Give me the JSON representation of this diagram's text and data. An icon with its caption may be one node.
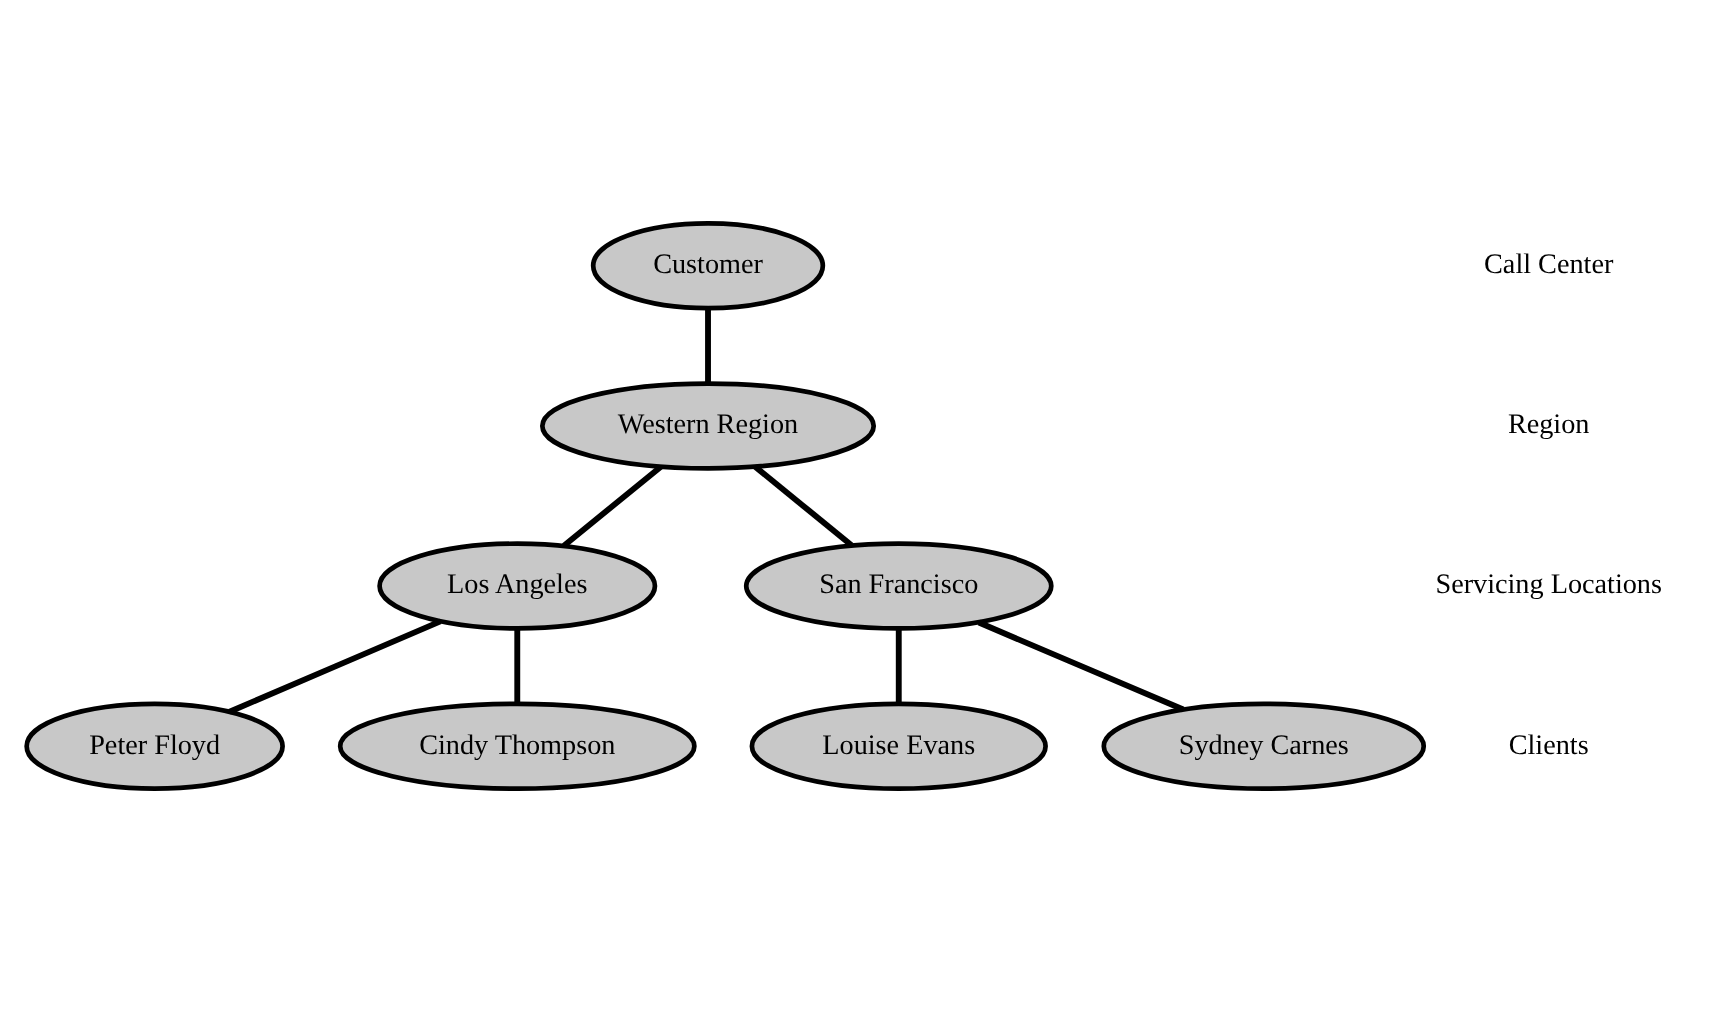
{
  "diagram": {
    "nodes": [
      {
        "text": [
          "Customer"
        ]
      },
      {
        "text": [
          "Western Region"
        ]
      },
      {
        "text": [
          "Los Angeles"
        ]
      },
      {
        "text": [
          "San Francisco"
        ]
      },
      {
        "text": [
          "Peter Floyd"
        ]
      },
      {
        "text": [
          "Cindy Thompson"
        ]
      },
      {
        "text": [
          "Louise Evans"
        ]
      },
      {
        "text": [
          "Sydney Carnes"
        ]
      }
    ],
    "edges": [
      {
        "from": 0,
        "to": 1,
        "arrow": "none"
      },
      {
        "from": 1,
        "to": 2,
        "arrow": "none"
      },
      {
        "from": 1,
        "to": 3,
        "arrow": "none"
      },
      {
        "from": 2,
        "to": 4,
        "arrow": "none"
      },
      {
        "from": 2,
        "to": 5,
        "arrow": "none"
      },
      {
        "from": 3,
        "to": 6,
        "arrow": "none"
      },
      {
        "from": 3,
        "to": 7,
        "arrow": "none"
      }
    ],
    "labels": [
      "Call Center",
      "Region",
      "Servicing Locations",
      "Clients"
    ]
  }
}
